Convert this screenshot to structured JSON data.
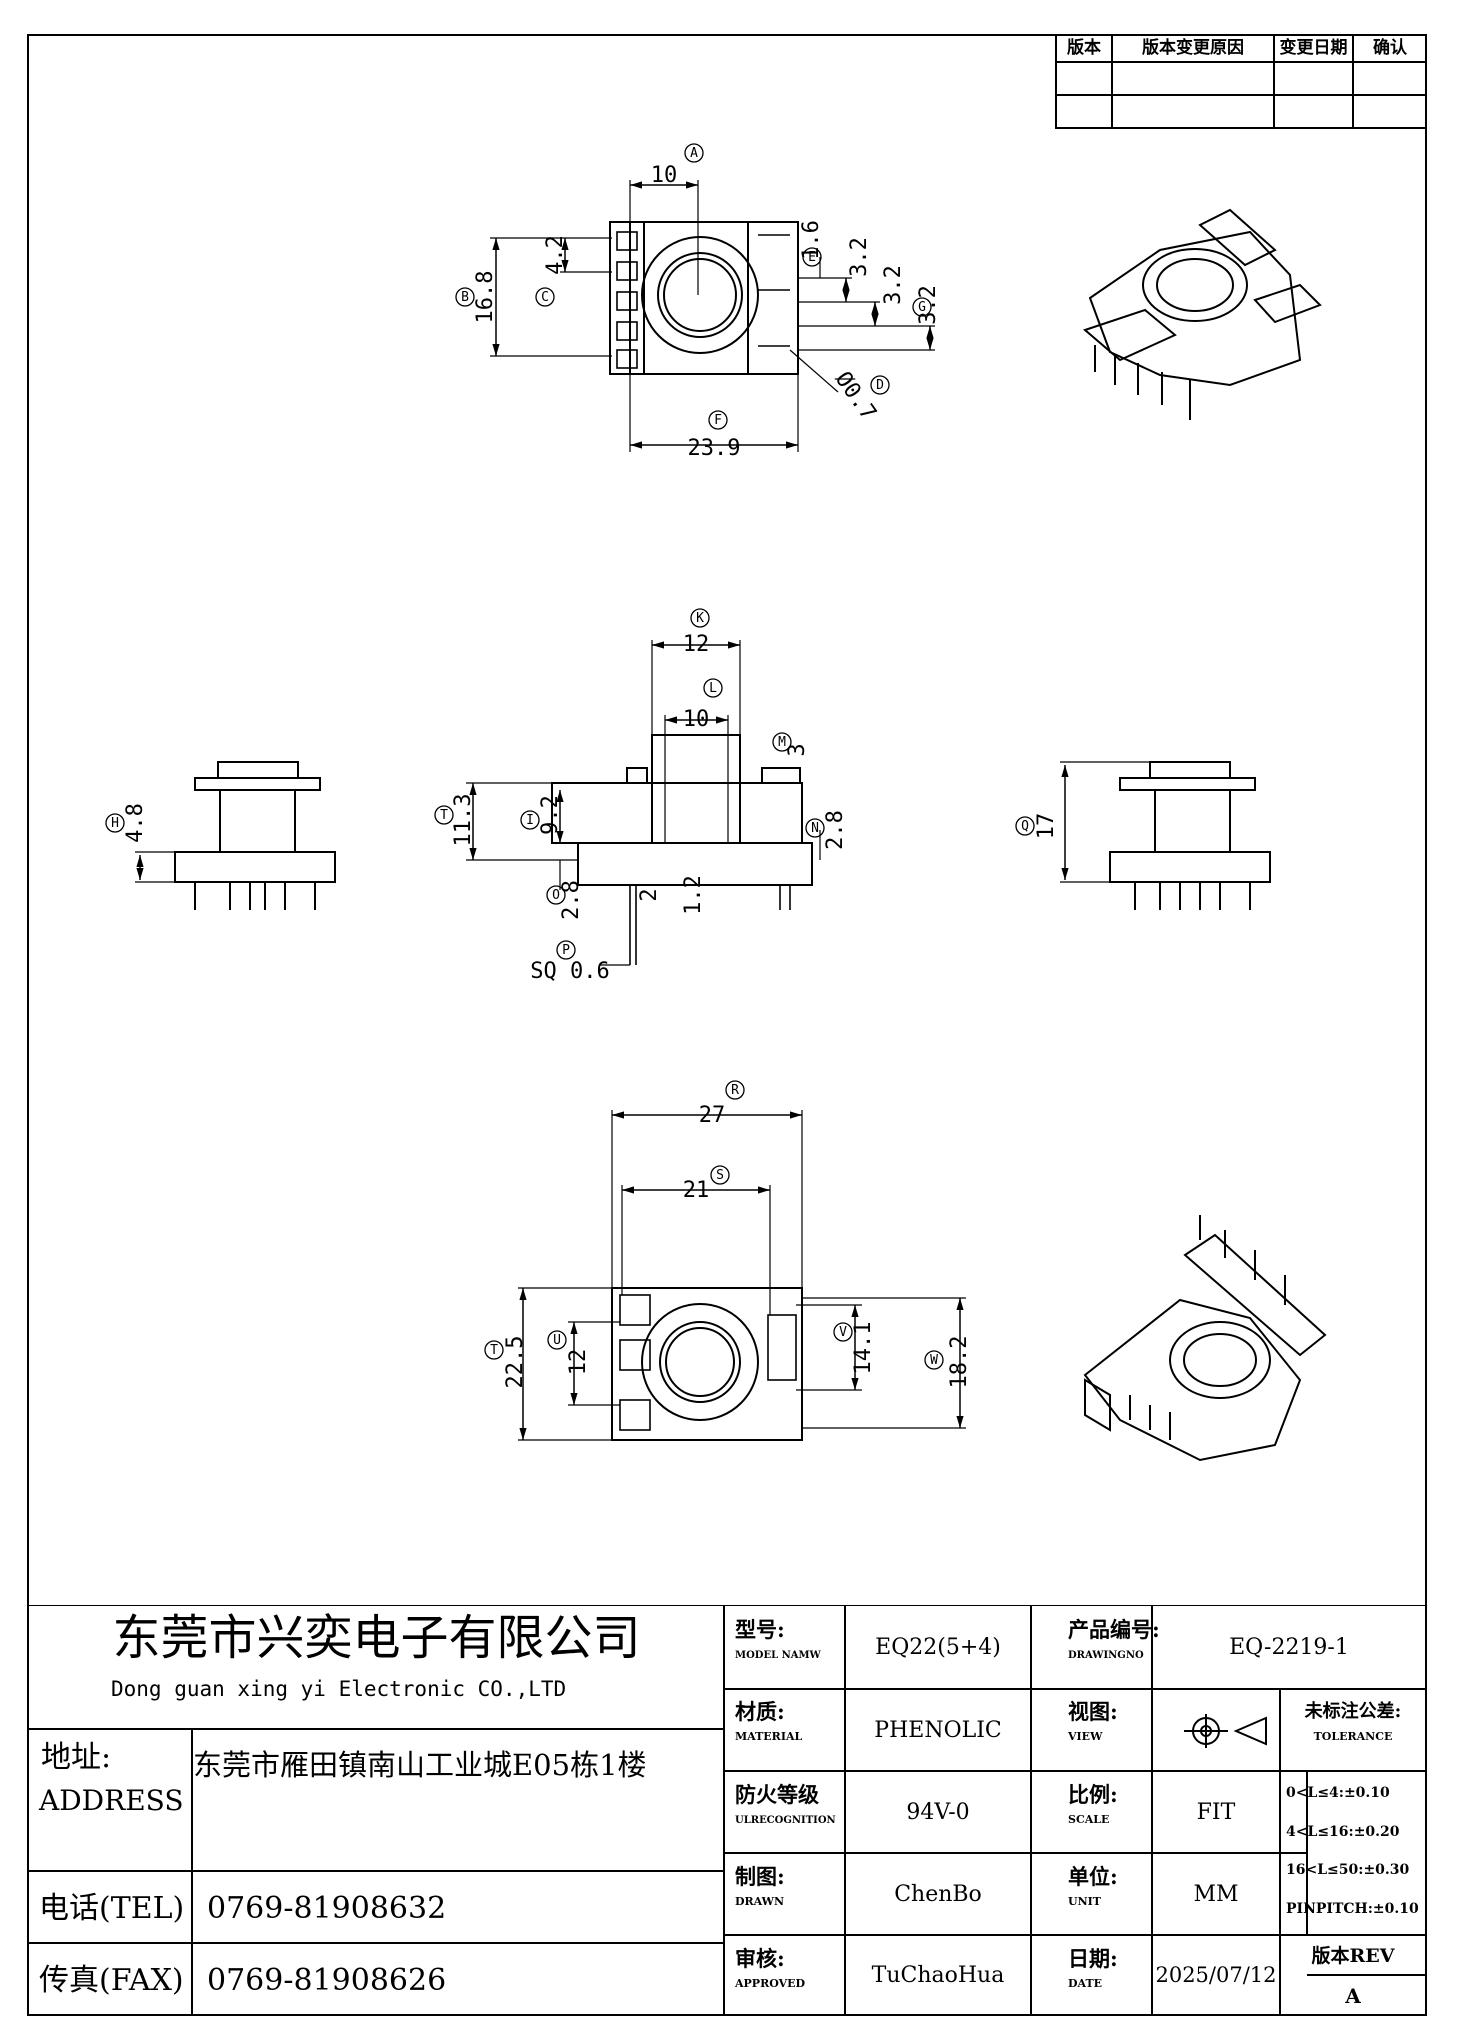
{
  "revision_table": {
    "headers": [
      "版本",
      "版本变更原因",
      "变更日期",
      "确认"
    ]
  },
  "drawing": {
    "top_view": {
      "callouts": [
        "A",
        "B",
        "C",
        "E",
        "F",
        "G",
        "D"
      ],
      "dims": {
        "a": "10",
        "b": "16.8",
        "c": "4.2",
        "e1": "1.6",
        "e2": "3.2",
        "f": "3.2",
        "g": "3.2",
        "d": "Ø0.7",
        "h": "23.9"
      }
    },
    "front_view": {
      "callouts": [
        "K",
        "L",
        "M",
        "T",
        "I",
        "N",
        "O",
        "P",
        "H",
        "Q"
      ],
      "dims": {
        "k": "12",
        "l": "10",
        "m": "3",
        "t": "11.3",
        "i": "9.2",
        "n": "2.8",
        "o": "2.8",
        "p1": "2",
        "p2": "1.2",
        "sq": "SQ 0.6",
        "h": "4.8",
        "q": "17"
      }
    },
    "bottom_view": {
      "callouts": [
        "R",
        "S",
        "T",
        "U",
        "V",
        "W"
      ],
      "dims": {
        "r": "27",
        "s": "21",
        "t": "22.5",
        "u": "12",
        "v": "14.1",
        "w": "18.2"
      }
    }
  },
  "title_block": {
    "company_cn": "东莞市兴奕电子有限公司",
    "company_en": "Dong guan xing yi Electronic CO.,LTD",
    "address_label_cn": "地址:",
    "address_label_en": "ADDRESS",
    "address_value": "东莞市雁田镇南山工业城E05栋1楼",
    "tel_label": "电话(TEL)",
    "tel_value": "0769-81908632",
    "fax_label": "传真(FAX)",
    "fax_value": "0769-81908626",
    "model_label_cn": "型号:",
    "model_label_en": "MODEL NAMW",
    "model_value": "EQ22(5+4)",
    "drawing_no_label_cn": "产品编号:",
    "drawing_no_label_en": "DRAWINGNO",
    "drawing_no_value": "EQ-2219-1",
    "material_label_cn": "材质:",
    "material_label_en": "MATERIAL",
    "material_value": "PHENOLIC",
    "view_label_cn": "视图:",
    "view_label_en": "VIEW",
    "tolerance_label_cn": "未标注公差:",
    "tolerance_label_en": "TOLERANCE",
    "tolerances": [
      "0<L≤4:±0.10",
      "4<L≤16:±0.20",
      "16<L≤50:±0.30",
      "PINPITCH:±0.10"
    ],
    "fire_label_cn": "防火等级",
    "fire_label_en": "ULRECOGNITION",
    "fire_value": "94V-0",
    "scale_label_cn": "比例:",
    "scale_label_en": "SCALE",
    "scale_value": "FIT",
    "drawn_label_cn": "制图:",
    "drawn_label_en": "DRAWN",
    "drawn_value": "ChenBo",
    "unit_label_cn": "单位:",
    "unit_label_en": "UNIT",
    "unit_value": "MM",
    "approved_label_cn": "审核:",
    "approved_label_en": "APPROVED",
    "approved_value": "TuChaoHua",
    "date_label_cn": "日期:",
    "date_label_en": "DATE",
    "date_value": "2025/07/12",
    "rev_label": "版本REV",
    "rev_value": "A"
  }
}
